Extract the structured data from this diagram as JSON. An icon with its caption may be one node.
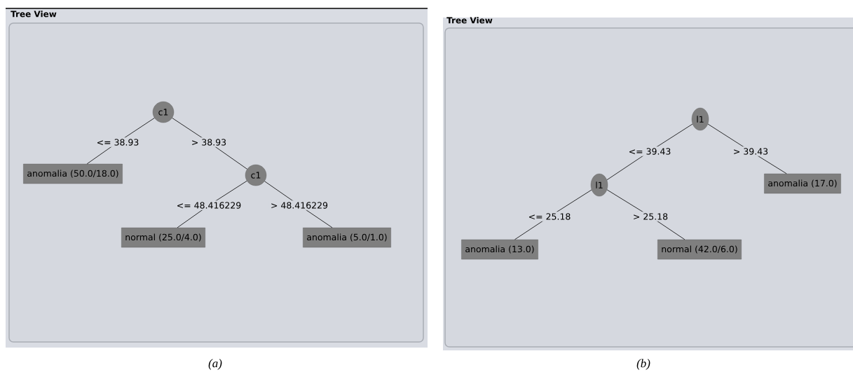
{
  "diagram": {
    "nodes": [
      {
        "text": [
          "Tree View"
        ]
      },
      {
        "text": [
          "c1"
        ],
        "in": 0
      },
      {
        "text": [
          "anomalia (50.0/18.0)"
        ],
        "in": 0
      },
      {
        "text": [
          "c1"
        ],
        "in": 0
      },
      {
        "text": [
          "normal (25.0/4.0)"
        ],
        "in": 0
      },
      {
        "text": [
          "anomalia (5.0/1.0)"
        ],
        "in": 0
      },
      {
        "text": [
          "Tree View"
        ]
      },
      {
        "text": [
          "l1"
        ],
        "in": 6
      },
      {
        "text": [
          "l1"
        ],
        "in": 6
      },
      {
        "text": [
          "anomalia (17.0)"
        ],
        "in": 6
      },
      {
        "text": [
          "anomalia (13.0)"
        ],
        "in": 6
      },
      {
        "text": [
          "normal (42.0/6.0)"
        ],
        "in": 6
      }
    ],
    "edges": [
      {
        "from": 1,
        "to": 2,
        "arrow": "none",
        "label": "<= 38.93"
      },
      {
        "from": 1,
        "to": 3,
        "arrow": "none",
        "label": "> 38.93"
      },
      {
        "from": 3,
        "to": 4,
        "arrow": "none",
        "label": "<= 48.416229"
      },
      {
        "from": 3,
        "to": 5,
        "arrow": "none",
        "label": "> 48.416229"
      },
      {
        "from": 7,
        "to": 8,
        "arrow": "none",
        "label": "<= 39.43"
      },
      {
        "from": 7,
        "to": 9,
        "arrow": "none",
        "label": "> 39.43"
      },
      {
        "from": 8,
        "to": 10,
        "arrow": "none",
        "label": "<= 25.18"
      },
      {
        "from": 8,
        "to": 11,
        "arrow": "none",
        "label": "> 25.18"
      }
    ],
    "labels": [
      "(a)",
      "(b)"
    ]
  }
}
